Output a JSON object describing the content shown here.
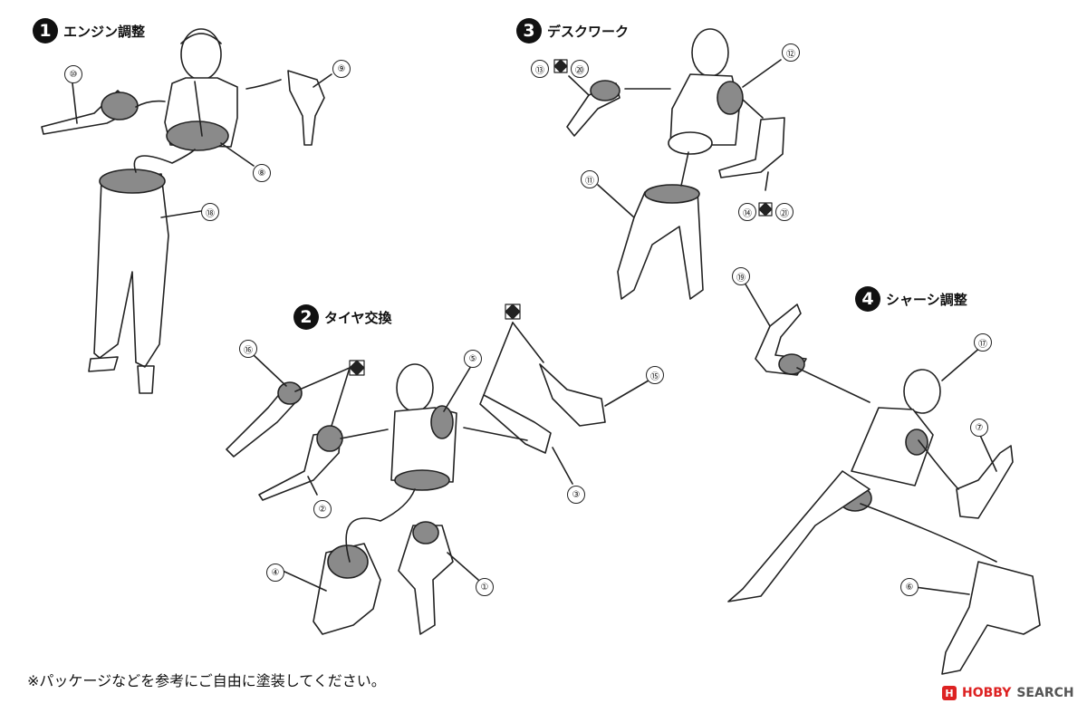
{
  "sections": [
    {
      "num": "1",
      "title": "エンジン調整"
    },
    {
      "num": "2",
      "title": "タイヤ交換"
    },
    {
      "num": "3",
      "title": "デスクワーク"
    },
    {
      "num": "4",
      "title": "シャーシ調整"
    }
  ],
  "callouts": {
    "c1": "①",
    "c2": "②",
    "c3": "③",
    "c4": "④",
    "c5": "⑤",
    "c6": "⑥",
    "c7": "⑦",
    "c8": "⑧",
    "c9": "⑨",
    "c10": "⑩",
    "c11": "⑪",
    "c12": "⑫",
    "c13": "⑬",
    "c14": "⑭",
    "c15": "⑮",
    "c16": "⑯",
    "c17": "⑰",
    "c18": "⑱",
    "c19": "⑲",
    "c20": "⑳",
    "c21": "㉑"
  },
  "note": "※パッケージなどを参考にご自由に塗装してください。",
  "watermark": {
    "brand": "HOBBY",
    "search": "SEARCH"
  },
  "colors": {
    "glue_area": "#8a8a8a",
    "line": "#222222"
  }
}
